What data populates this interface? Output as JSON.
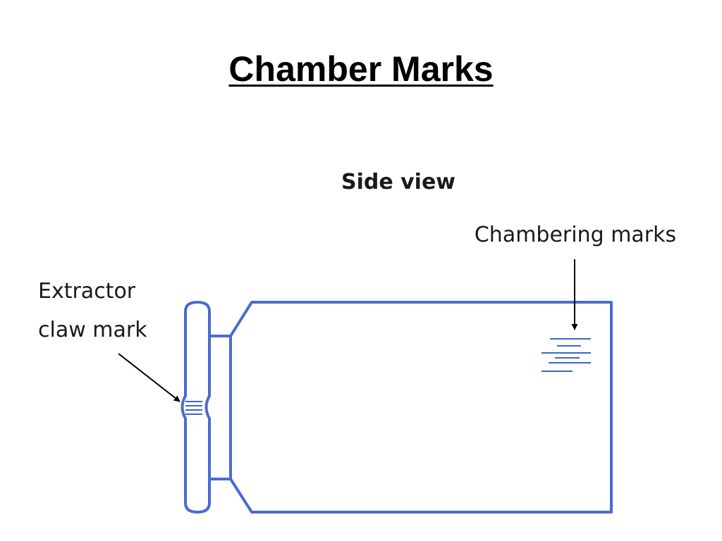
{
  "title": "Chamber Marks",
  "diagram": {
    "view_label": "Side view",
    "labels": {
      "chambering": "Chambering marks",
      "extractor_line1": "Extractor",
      "extractor_line2": "claw mark"
    }
  },
  "colors": {
    "case_outline": "#4a6bd0",
    "mark": "#3e63cf",
    "arrow": "#000000",
    "text": "#1a1a1a"
  }
}
